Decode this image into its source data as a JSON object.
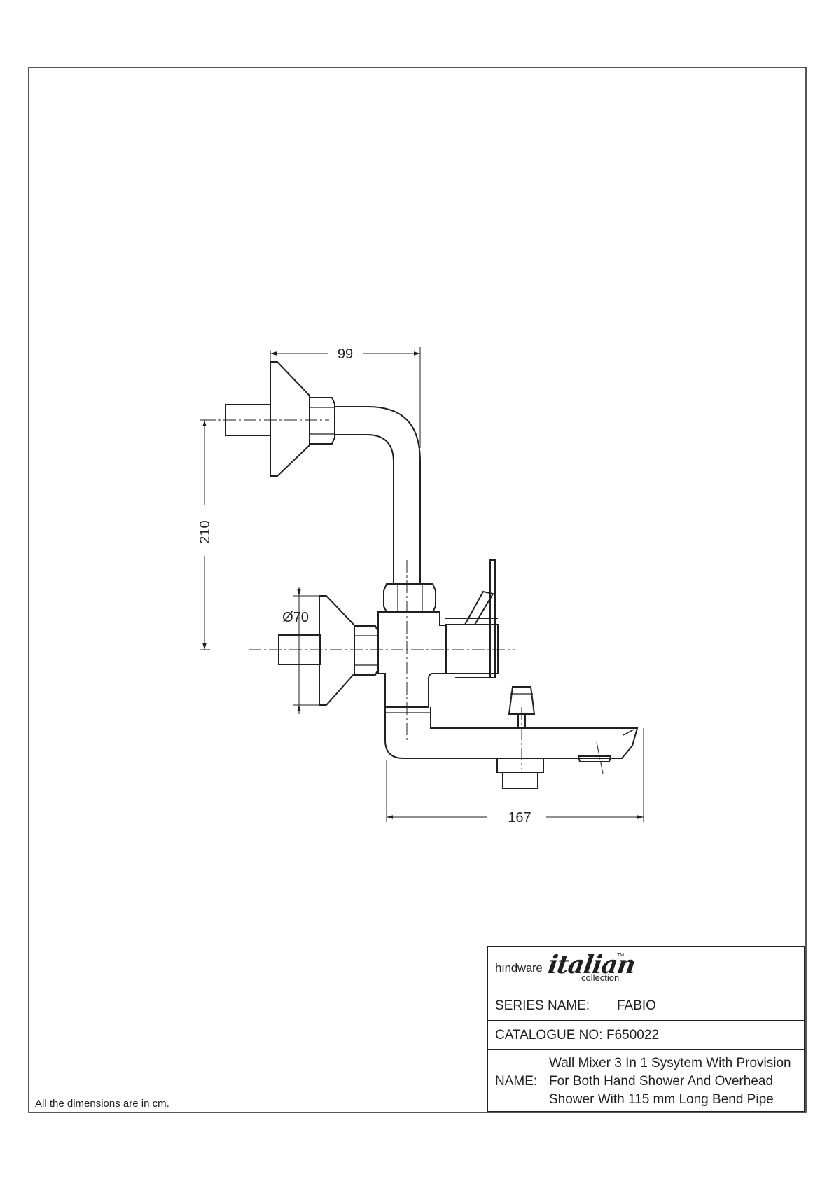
{
  "drawing": {
    "dim_width_top": "99",
    "dim_height": "210",
    "dim_diameter": "Ø70",
    "dim_width_bottom": "167"
  },
  "footer_note": "All the dimensions are in cm.",
  "title_block": {
    "logo": {
      "brand": "hındware",
      "script": "italian",
      "sub": "collection",
      "tm": "TM"
    },
    "series_label": "SERIES NAME:",
    "series_value": "FABIO",
    "catalogue_label": "CATALOGUE NO:",
    "catalogue_value": "F650022",
    "name_label": "NAME:",
    "name_lines": [
      "Wall Mixer 3 In 1 Sysytem With Provision",
      "For Both Hand Shower And Overhead",
      "Shower With 115 mm Long Bend Pipe"
    ]
  },
  "colors": {
    "ink": "#231f20",
    "paper": "#ffffff"
  }
}
